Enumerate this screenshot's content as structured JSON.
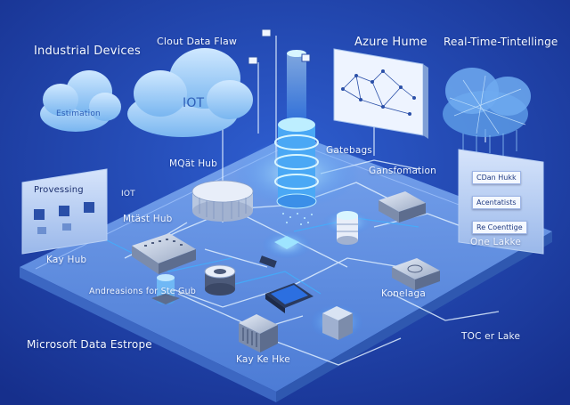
{
  "labels": {
    "industrial_devices": "Industrial Devices",
    "cloud_data_flaw": "Clout Data Flaw",
    "azure_hume": "Azure Hume",
    "real_time_intelligence": "Real-Time-Tintellinge",
    "estimation": "Estimation",
    "iot": "IOT",
    "mqtt_hub_top": "MQät Hub",
    "gatebags": "Gatebags",
    "gansfomation": "Gansfomation",
    "processing": "Provessing",
    "iot_small": "IOT",
    "mqtt_hub": "Mtäst Hub",
    "kay_hub": "Kay Hub",
    "one_lakke": "One Lakke",
    "andreasions": "Andreasions for Ste Gub",
    "microsoft_data": "Microsoft Data Estrope",
    "kay_ke_hke": "Kay Ke Hke",
    "tocer_lake": "TOC er Lake",
    "konelaga": "Konelaga",
    "side_panel": [
      "CDan Hukk",
      "Acentatists",
      "Re Coenttige"
    ]
  },
  "colors": {
    "background": "#1b3fa8",
    "platform": "#5f8ee0",
    "cloud": "#8ec4f4",
    "glow": "#7fd4ff"
  },
  "icons": [
    "cloud-icon",
    "database-icon",
    "router-icon",
    "server-icon",
    "tablet-icon",
    "network-graph-icon",
    "switch-icon"
  ]
}
